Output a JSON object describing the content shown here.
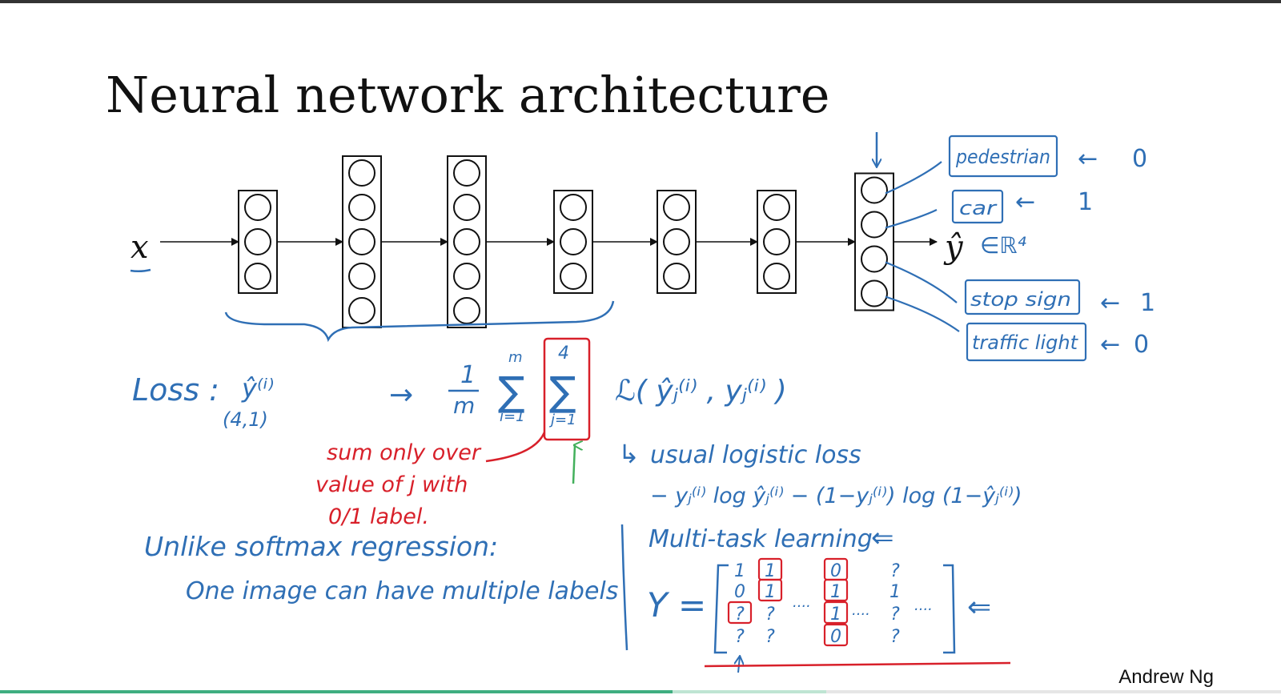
{
  "slide": {
    "title": "Neural network architecture",
    "author": "Andrew Ng"
  },
  "network": {
    "input_label": "x",
    "output_label": "ŷ",
    "output_space": "∈ℝ⁴",
    "layer_units": [
      3,
      5,
      5,
      3,
      3,
      3,
      4
    ],
    "output_classes": [
      {
        "name": "pedestrian",
        "value": "0"
      },
      {
        "name": "car",
        "value": "1"
      },
      {
        "name": "stop sign",
        "value": "1"
      },
      {
        "name": "traffic light",
        "value": "0"
      }
    ]
  },
  "loss": {
    "label": "Loss :",
    "yhat": "ŷ⁽ⁱ⁾",
    "shape": "(4,1)",
    "arrow": "→",
    "frac_num": "1",
    "frac_den": "m",
    "sum1_top": "m",
    "sum1_bottom": "i=1",
    "sum2_top": "4",
    "sum2_bottom": "j=1",
    "term": "ℒ( ŷⱼ⁽ⁱ⁾ , yⱼ⁽ⁱ⁾ )",
    "note_arrow": "↳",
    "note": "usual logistic loss",
    "expansion": "− yⱼ⁽ⁱ⁾ log ŷⱼ⁽ⁱ⁾ − (1−yⱼ⁽ⁱ⁾) log (1−ŷⱼ⁽ⁱ⁾)"
  },
  "red_note": [
    "sum only over",
    "value of j with",
    "0/1 label."
  ],
  "softmax_note": [
    "Unlike softmax regression:",
    "One image can have multiple labels"
  ],
  "multitask": {
    "heading": "Multi-task learning",
    "y_label": "Y =",
    "columns": [
      [
        "1",
        "0",
        "?",
        "?"
      ],
      [
        "1",
        "1",
        "?",
        "?"
      ],
      [
        "0",
        "1",
        "1",
        "0"
      ],
      [
        "?",
        "1",
        "?",
        "?"
      ]
    ],
    "ellipsis": "....",
    "trailing": "....",
    "arrow": "⇐"
  },
  "progress": {
    "played": 0.525,
    "buffered": 0.645
  },
  "colors": {
    "ink": "#111111",
    "blue": "#2f6fb5",
    "red": "#d8202a",
    "green": "#43b05c",
    "progress": "#3fae80"
  }
}
